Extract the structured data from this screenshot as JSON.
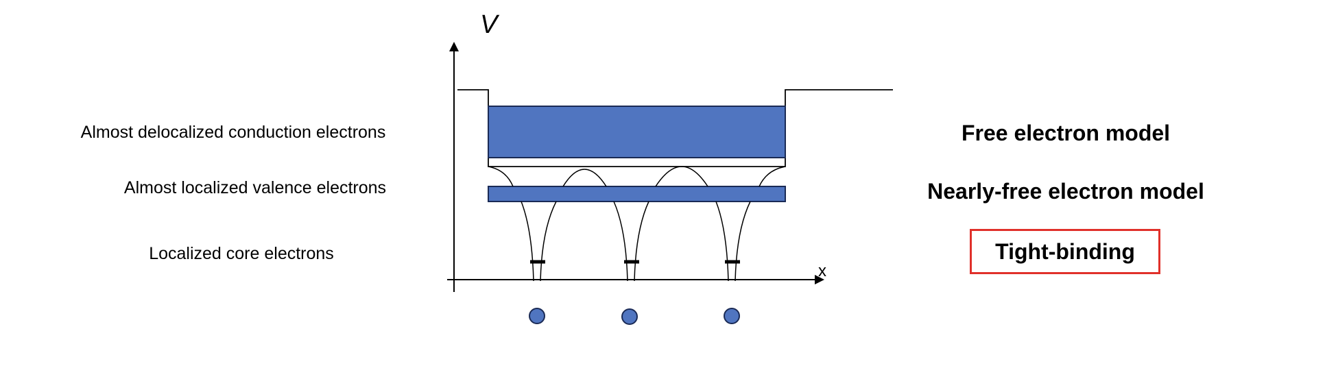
{
  "diagram": {
    "axis": {
      "y_label": "V",
      "x_label": "x"
    },
    "left_labels": {
      "conduction": "Almost delocalized conduction electrons",
      "valence": "Almost localized valence electrons",
      "core": "Localized core electrons"
    },
    "right_labels": {
      "free": "Free electron model",
      "nearly_free": "Nearly-free electron model",
      "tight_binding": "Tight-binding"
    },
    "colors": {
      "band_fill": "#5075c0",
      "band_stroke": "#1a2a55",
      "atom_fill": "#5075c0",
      "highlight": "#e0302a",
      "line": "#000000"
    },
    "atom_count": 3
  }
}
